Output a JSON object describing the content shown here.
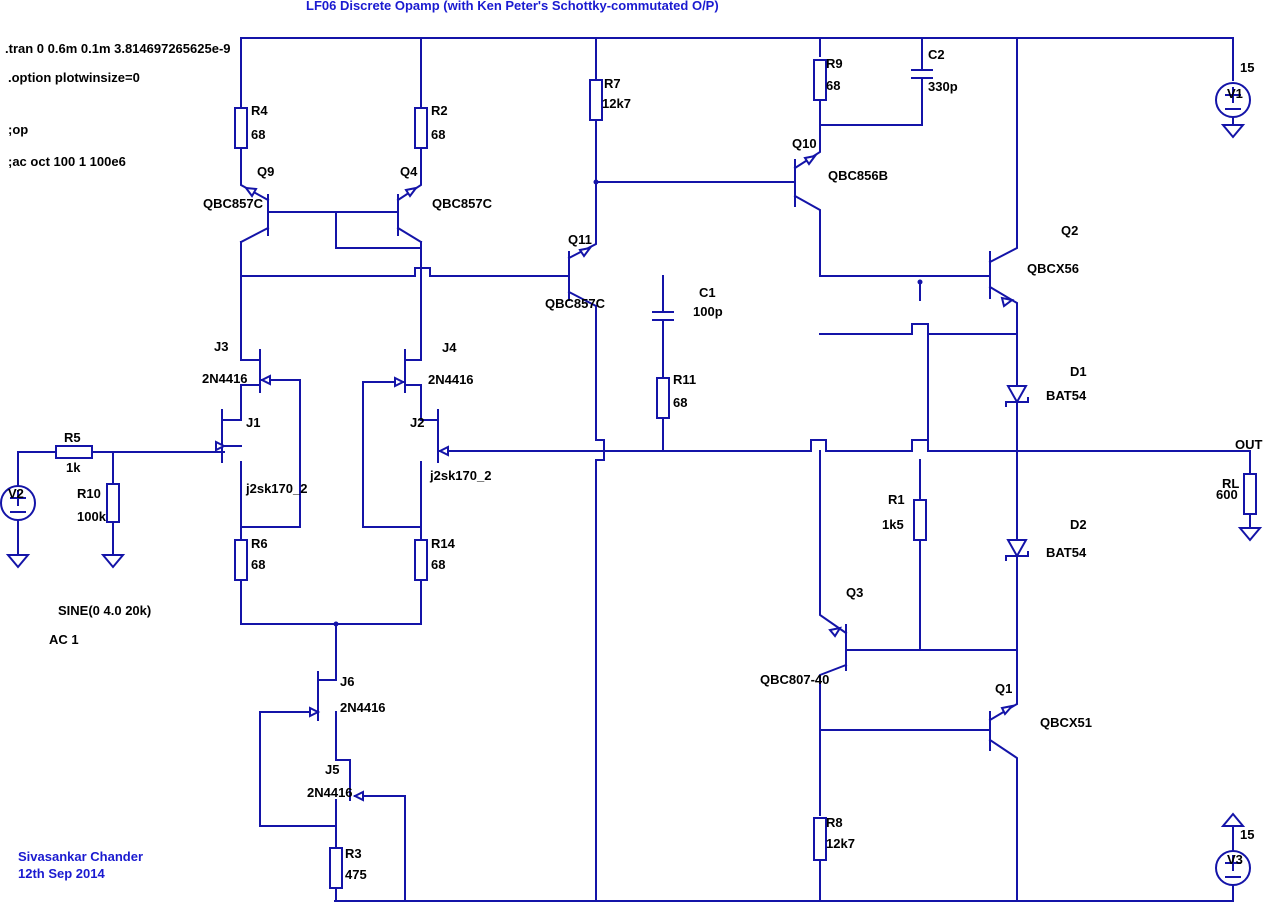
{
  "title": "LF06 Discrete Opamp (with Ken Peter's Schottky-commutated O/P)",
  "directives": [
    ".tran 0 0.6m 0.1m 3.814697265625e-9",
    ".option plotwinsize=0",
    ";op",
    ";ac oct 100 1 100e6"
  ],
  "source_spec": [
    "SINE(0 4.0 20k)",
    "AC 1"
  ],
  "author": [
    "Sivasankar Chander",
    "12th Sep 2014"
  ],
  "components": {
    "R4": {
      "name": "R4",
      "value": "68"
    },
    "R2": {
      "name": "R2",
      "value": "68"
    },
    "R7": {
      "name": "R7",
      "value": "12k7"
    },
    "R9": {
      "name": "R9",
      "value": "68"
    },
    "C2": {
      "name": "C2",
      "value": "330p"
    },
    "Q9": {
      "name": "Q9",
      "model": "QBC857C"
    },
    "Q4": {
      "name": "Q4",
      "model": "QBC857C"
    },
    "Q10": {
      "name": "Q10",
      "model": "QBC856B"
    },
    "Q11": {
      "name": "Q11",
      "model": "QBC857C"
    },
    "Q2": {
      "name": "Q2",
      "model": "QBCX56"
    },
    "C1": {
      "name": "C1",
      "value": "100p"
    },
    "R11": {
      "name": "R11",
      "value": "68"
    },
    "J3": {
      "name": "J3",
      "model": "2N4416"
    },
    "J4": {
      "name": "J4",
      "model": "2N4416"
    },
    "J1": {
      "name": "J1",
      "model": "j2sk170_2"
    },
    "J2": {
      "name": "J2",
      "model": "j2sk170_2"
    },
    "D1": {
      "name": "D1",
      "model": "BAT54"
    },
    "D2": {
      "name": "D2",
      "model": "BAT54"
    },
    "R5": {
      "name": "R5",
      "value": "1k"
    },
    "R10": {
      "name": "R10",
      "value": "100k"
    },
    "V2": {
      "name": "V2"
    },
    "R6": {
      "name": "R6",
      "value": "68"
    },
    "R14": {
      "name": "R14",
      "value": "68"
    },
    "R1": {
      "name": "R1",
      "value": "1k5"
    },
    "RL": {
      "name": "RL",
      "value": "600"
    },
    "Q3": {
      "name": "Q3",
      "model": "QBC807-40"
    },
    "Q1": {
      "name": "Q1",
      "model": "QBCX51"
    },
    "J6": {
      "name": "J6",
      "model": "2N4416"
    },
    "J5": {
      "name": "J5",
      "model": "2N4416"
    },
    "R3": {
      "name": "R3",
      "value": "475"
    },
    "R8": {
      "name": "R8",
      "value": "12k7"
    },
    "V1": {
      "name": "V1",
      "value": "15"
    },
    "V3": {
      "name": "V3",
      "value": "15"
    }
  },
  "net_labels": {
    "out": "OUT"
  }
}
